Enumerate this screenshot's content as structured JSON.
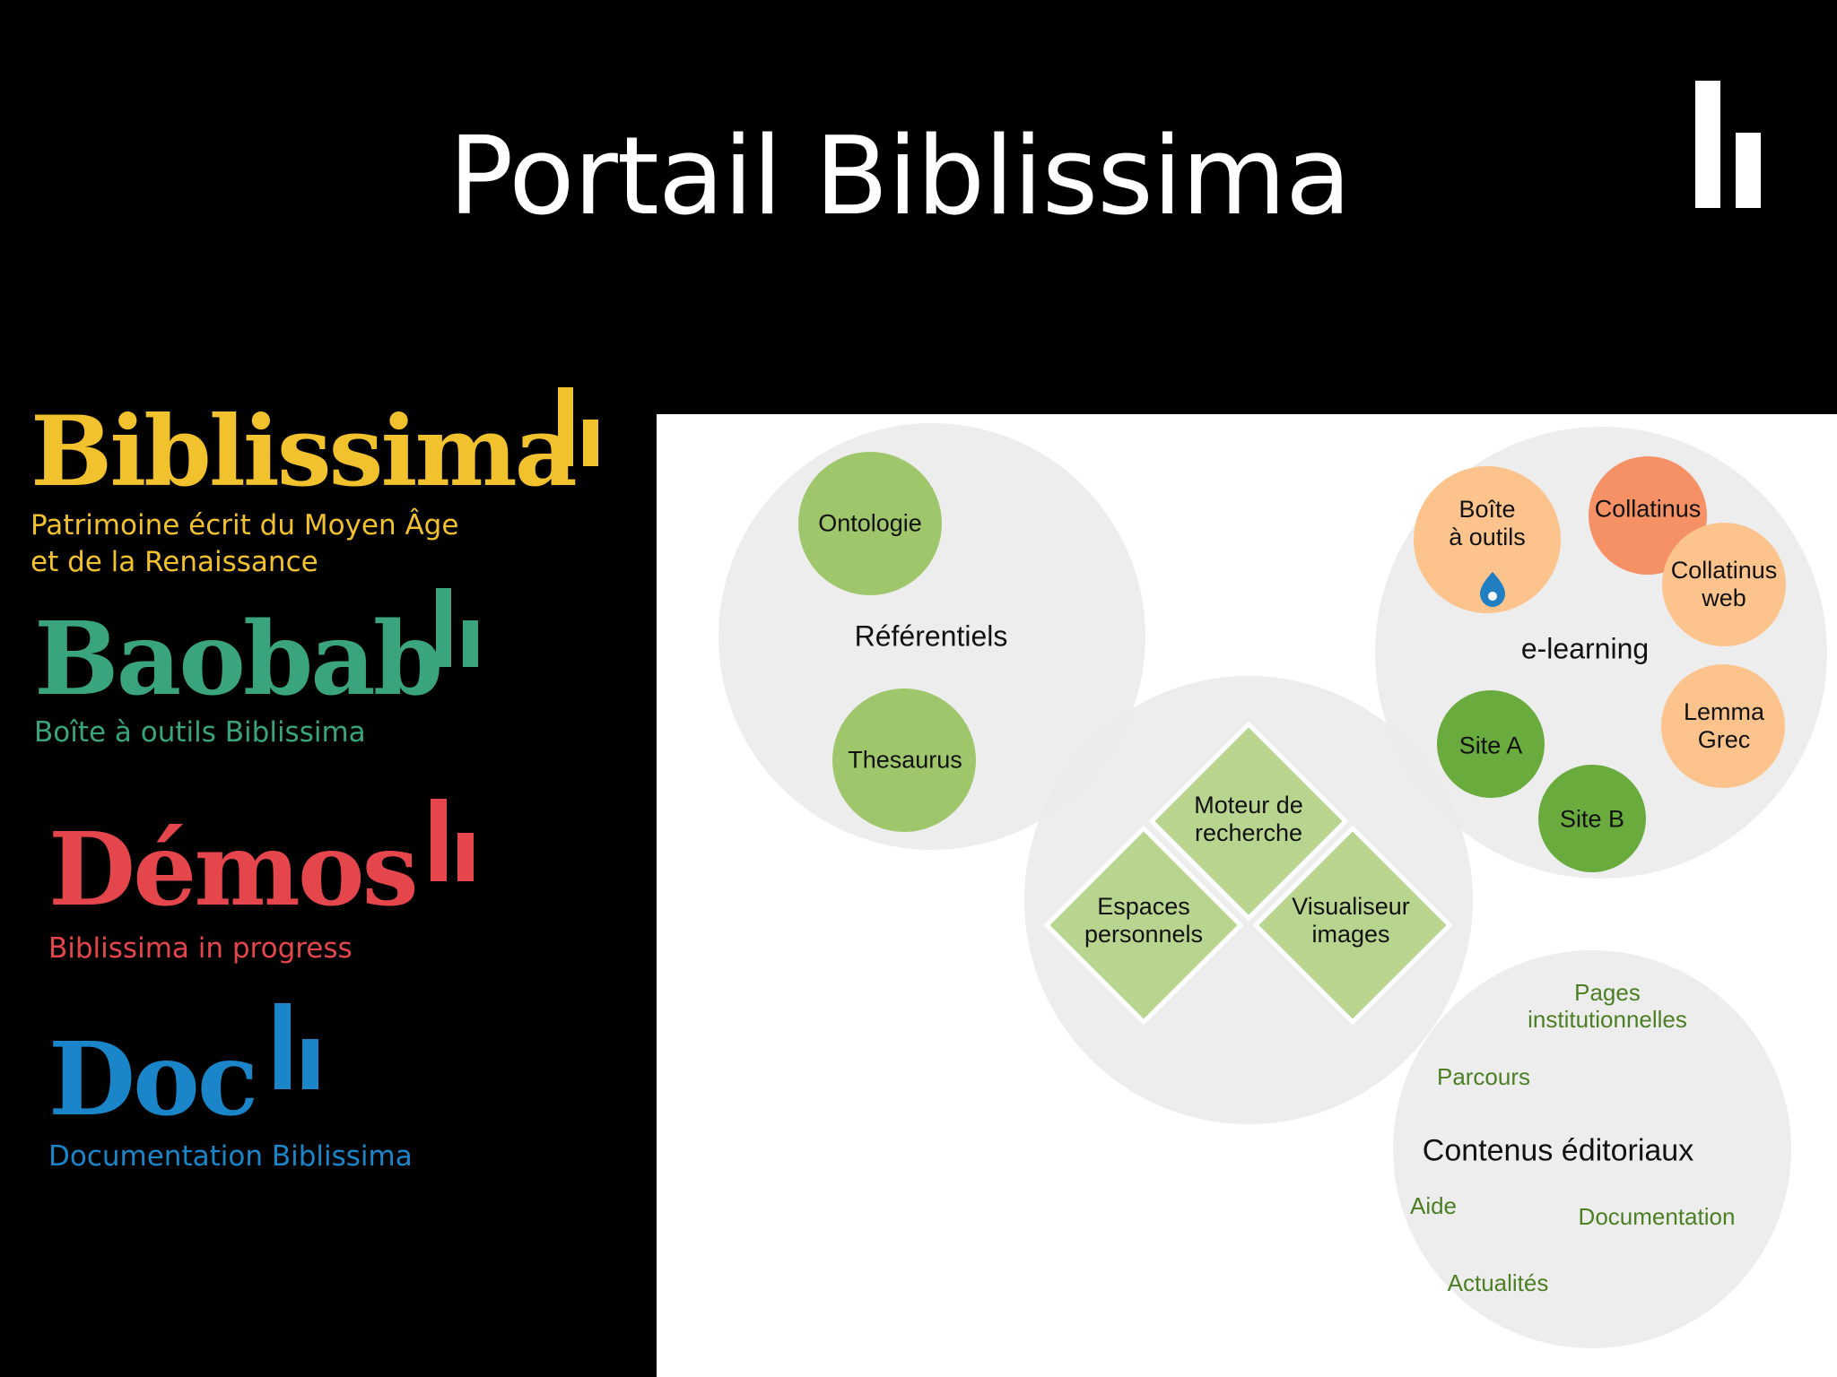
{
  "slide": {
    "title": "Portail Biblissima",
    "logo_icon": "biblissima-bars-icon"
  },
  "brands": [
    {
      "name": "Biblissima",
      "subtitle_line1": "Patrimoine écrit du Moyen Âge",
      "subtitle_line2": "et de la Renaissance",
      "color": "#f2c12e"
    },
    {
      "name": "Baobab",
      "subtitle_line1": "Boîte à outils Biblissima",
      "color": "#3aa57c"
    },
    {
      "name": "Démos",
      "subtitle_line1": "Biblissima in progress",
      "color": "#e4464c"
    },
    {
      "name": "Doc",
      "subtitle_line1": "Documentation Biblissima",
      "color": "#1a86c9"
    }
  ],
  "diagram": {
    "referentiels": {
      "label": "Référentiels",
      "items": [
        "Ontologie",
        "Thesaurus"
      ]
    },
    "center": {
      "items": [
        "Moteur de\nrecherche",
        "Espaces\npersonnels",
        "Visualiseur\nimages"
      ]
    },
    "elearning": {
      "label": "e-learning",
      "boite": "Boîte\nà outils",
      "collatinus": "Collatinus",
      "collatinus_web": "Collatinus\nweb",
      "lemma_grec": "Lemma\nGrec",
      "site_a": "Site A",
      "site_b": "Site B",
      "drupal_icon": "drupal-drop-icon"
    },
    "editorial": {
      "label": "Contenus éditoriaux",
      "pages": "Pages\ninstitutionnelles",
      "parcours": "Parcours",
      "aide": "Aide",
      "documentation": "Documentation",
      "actualites": "Actualités"
    },
    "colors": {
      "group_circle": "#ebebeb",
      "green_node": "#9fc66b",
      "dark_green_node": "#6aab3d",
      "diamond": "#b7d58f",
      "peach_node": "#fcc38c",
      "orange_node": "#f59165"
    }
  }
}
